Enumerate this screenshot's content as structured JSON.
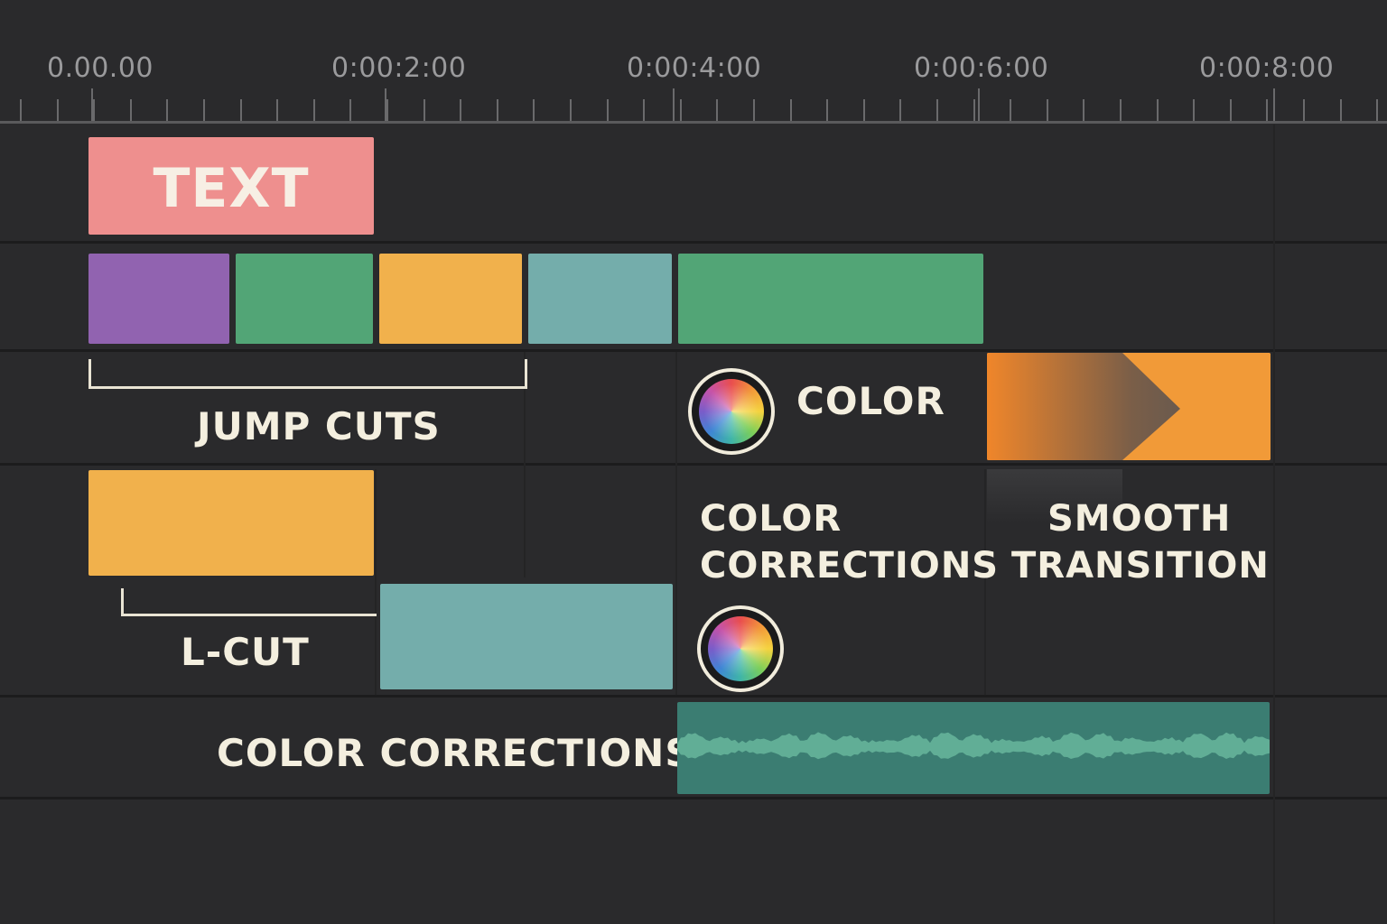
{
  "ruler": {
    "labels": [
      "0.00.00",
      "0:00:2:00",
      "0:00:4:00",
      "0:00:6:00",
      "0:00:8:00"
    ]
  },
  "clips": {
    "text_title": "TEXT",
    "jump_cuts_label": "JUMP CUTS",
    "color_label": "COLOR",
    "color_corrections_label_1": "COLOR",
    "color_corrections_label_2": "CORRECTIONS",
    "smooth_transition_label_1": "SMOOTH",
    "smooth_transition_label_2": "TRANSITION",
    "l_cut_label": "L-CUT",
    "audio_color_corrections_label": "COLOR CORRECTIONS"
  },
  "icons": {
    "color_wheel": "color-wheel-icon",
    "transition_arrow": "chevron-right-icon"
  },
  "colors": {
    "background": "#2a2a2c",
    "text_clip": "#ee8f8e",
    "purple": "#9163b0",
    "green": "#52a576",
    "yellow": "#f1b14c",
    "teal": "#74adab",
    "orange": "#f19535",
    "audio": "#3b7d72",
    "label": "#f4efdf"
  }
}
